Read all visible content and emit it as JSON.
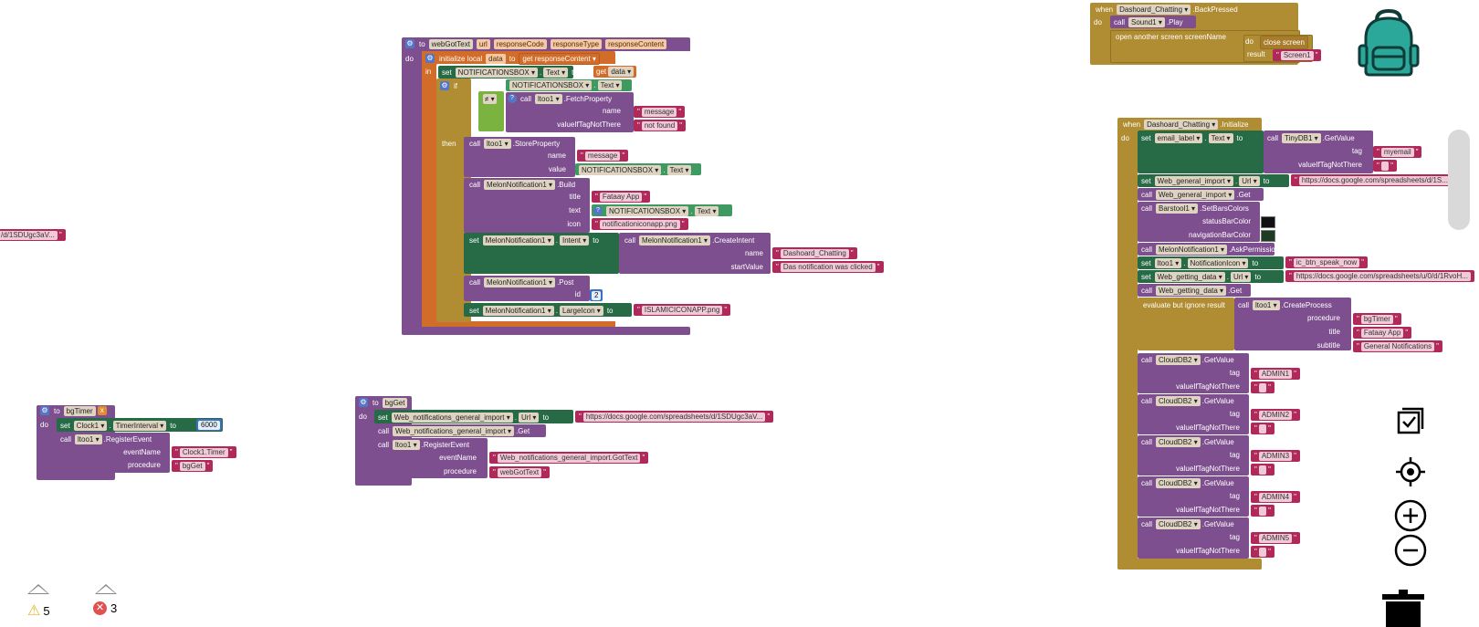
{
  "colors": {
    "procedure": "#7e4f8f",
    "local": "#d26c29",
    "event": "#b08d32",
    "setter": "#276b46",
    "logic": "#7bb340",
    "text": "#b1285a",
    "getter": "#3f9a62",
    "math": "#3a6fc1"
  },
  "kw": {
    "to": "to",
    "do": "do",
    "in": "in",
    "if": "if",
    "then": "then",
    "set": "set",
    "call": "call",
    "get": "get",
    "when": "when",
    "result": "result",
    "neq": "≠",
    "question": "?",
    "initialize_local": "initialize local",
    "evaluate": "evaluate but ignore result",
    "open_screen": "open another screen  screenName"
  },
  "lbl": {
    "name": "name",
    "valueIfTagNotThere": "valueIfTagNotThere",
    "title": "title",
    "text": "text",
    "icon": "icon",
    "id": "id",
    "startValue": "startValue",
    "value": "value",
    "eventName": "eventName",
    "procedure": "procedure",
    "tag": "tag",
    "statusBarColor": "statusBarColor",
    "navigationBarColor": "navigationBarColor",
    "subtitle": "subtitle"
  },
  "webGotText": {
    "name": "webGotText",
    "params": [
      "url",
      "responseCode",
      "responseType",
      "responseContent"
    ],
    "local_var": "data",
    "local_source": "responseContent",
    "var": "data",
    "notifbox": "NOTIFICATIONSBOX",
    "prop_text": "Text",
    "ltoo": "ltoo1",
    "fetch": ".FetchProperty",
    "store": ".StoreProperty",
    "message": "message",
    "not_found": "not found",
    "melon": "MelonNotification1",
    "build": ".Build",
    "app_title": "Fataay App",
    "icon_file": "notificationiconapp.png",
    "prop_intent": "Intent",
    "create_intent": ".CreateIntent",
    "intent_name": "Dashoard_Chatting",
    "intent_start": "Das notification was clicked",
    "post": ".Post",
    "post_id": "2",
    "prop_largeicon": "LargeIcon",
    "large_icon": "ISLAMICICONAPP.png"
  },
  "bgTimer": {
    "name": "bgTimer",
    "x": "x",
    "clock": "Clock1",
    "prop": "TimerInterval",
    "value": "6000",
    "ltoo": "ltoo1",
    "method": ".RegisterEvent",
    "event_name": "Clock1.Timer",
    "procedure": "bgGet"
  },
  "bgGet": {
    "name": "bgGet",
    "comp": "Web_notifications_general_import",
    "prop": "Url",
    "url": "https://docs.google.com/spreadsheets/d/1SDUgc3aV...",
    "get": ".Get",
    "ltoo": "ltoo1",
    "method": ".RegisterEvent",
    "event_name": "Web_notifications_general_import.GotText",
    "procedure": "webGotText"
  },
  "backPressed": {
    "component": "Dashoard_Chatting",
    "event": ".BackPressed",
    "sound": "Sound1",
    "play": ".Play",
    "close": "close screen",
    "screen": "Screen1"
  },
  "initialize": {
    "component": "Dashoard_Chatting",
    "event": ".Initialize",
    "email_label": "email_label",
    "prop_text": "Text",
    "tinydb": "TinyDB1",
    "getvalue": ".GetValue",
    "myemail": "myemail",
    "web_general": "Web_general_import",
    "prop_url": "Url",
    "url_general": "https://docs.google.com/spreadsheets/d/1S...",
    "get": ".Get",
    "barstool": "Barstool1",
    "setbars": ".SetBarsColors",
    "melon": "MelonNotification1",
    "ask": ".AskPermission",
    "ltoo": "ltoo1",
    "prop_notificon": "NotificationIcon",
    "notif_icon": "ic_btn_speak_now",
    "web_getting": "Web_getting_data",
    "url_getting": "https://docs.google.com/spreadsheets/u/0/d/1RvoH...",
    "create_process": ".CreateProcess",
    "proc": "bgTimer",
    "proc_title": "Fataay App",
    "proc_subtitle": "General Notifications",
    "clouddb": "CloudDB2",
    "admin": [
      "ADMIN1",
      "ADMIN2",
      "ADMIN3",
      "ADMIN4",
      "ADMIN5"
    ]
  },
  "stray_text": "/d/1SDUgc3aV...",
  "warnings": {
    "count": "5"
  },
  "errors": {
    "count": "3"
  }
}
